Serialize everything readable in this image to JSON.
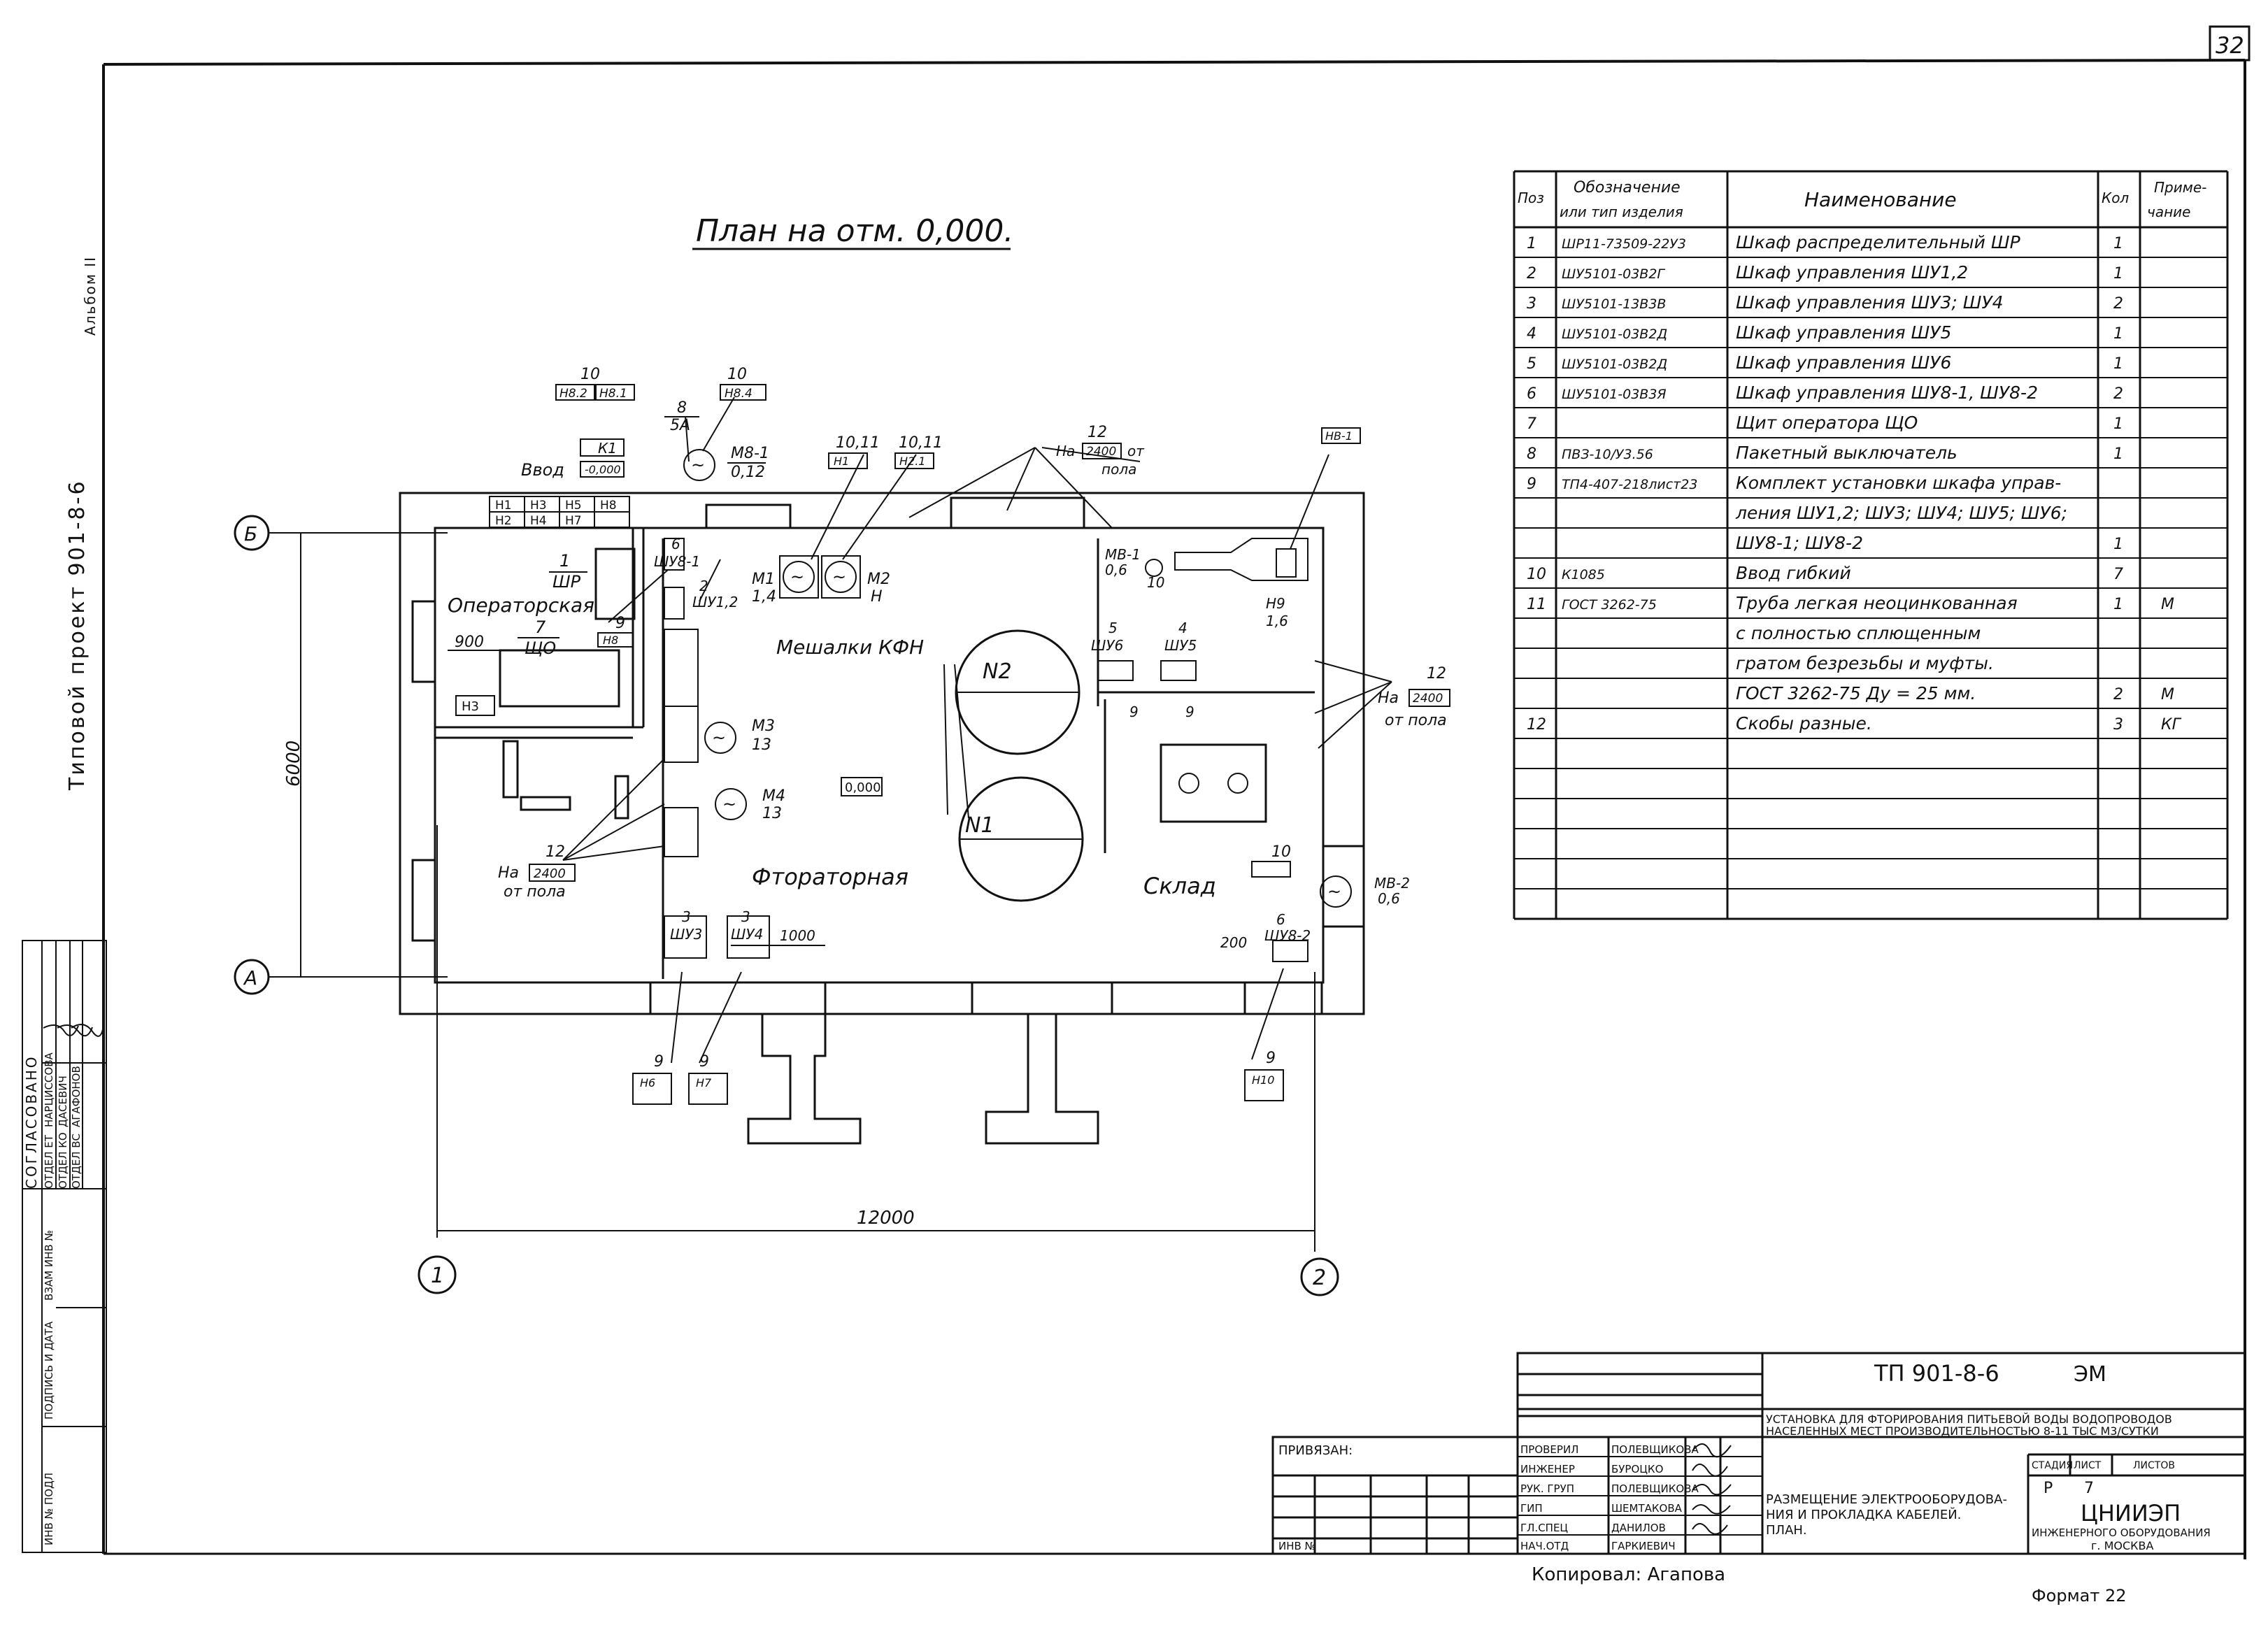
{
  "page_number": "32",
  "title": "План на отм. 0,000.",
  "side_labels": {
    "project": "Типовой проект 901-8-6",
    "album": "Альбом II"
  },
  "axes": {
    "b": "Б",
    "a": "А",
    "c1": "1",
    "c2": "2"
  },
  "dims": {
    "height": "6000",
    "width": "12000",
    "d900": "900",
    "d1000": "1000",
    "d200": "200"
  },
  "rooms": {
    "operator": "Операторская",
    "fluoride": "Фтораторная",
    "storage": "Склад",
    "mixers": "Мешалки КФН",
    "n2": "N2",
    "n1": "N1",
    "level": "0,000"
  },
  "callouts": {
    "n10a": "10",
    "w_a1": "Н8.2",
    "w_a2": "Н8.1",
    "n8": "8",
    "a5": "5А",
    "n10b": "10",
    "w_b1": "Н8.4",
    "m81": "М8-1",
    "m81v": "0,12",
    "k1": "К1",
    "vvod": "Ввод",
    "lvl": "-0,000",
    "h_row1": [
      "Н1",
      "Н3",
      "Н5",
      "Н8"
    ],
    "h_row2": [
      "Н2",
      "Н4",
      "Н7"
    ],
    "n1011a": "10,11",
    "w_c": "Н1",
    "n1011b": "10,11",
    "w_d": "Н2.1",
    "n12top": "12",
    "na_top": "На",
    "v2400_top": "2400",
    "ot_top": "от",
    "pola_top": "пола",
    "nhb1": "НВ-1",
    "sh1": "1",
    "shp": "ШР",
    "ng": "6",
    "shu81": "ШУ8-1",
    "n2sh": "2",
    "shu12": "ШУ1,2",
    "m1": "М1",
    "m1v": "1,4",
    "m2": "М2",
    "m2v": "Н",
    "mb1": "МВ-1",
    "mb1v": "0,6",
    "n10c": "10",
    "h9": "Н9",
    "h9v": "1,6",
    "n7": "7",
    "shcho": "ЩО",
    "n9a": "9",
    "h8": "Н8",
    "h3": "Н3",
    "n5": "5",
    "shu6": "ШУ6",
    "n4": "4",
    "shu5": "ШУ5",
    "n9b": "9",
    "n9c": "9",
    "m3": "М3",
    "m3v": "13",
    "m4": "М4",
    "m4v": "13",
    "n12left": "12",
    "na_left": "На",
    "v2400_left": "2400",
    "ot_left": "от пола",
    "n12right": "12",
    "na_right": "На",
    "v2400_right": "2400",
    "ot_right": "от пола",
    "n3a": "3",
    "shu3": "ШУ3",
    "n3b": "3",
    "shu4": "ШУ4",
    "n10d": "10",
    "mb2": "МВ-2",
    "mb2v": "0,6",
    "n6b": "6",
    "shu82": "ШУ8-2",
    "n9d": "9",
    "h6": "Н6",
    "n9e": "9",
    "h7": "Н7",
    "n9f": "9",
    "h10": "Н10"
  },
  "spec_table": {
    "headers": [
      "Поз",
      "Обозначение или тип изделия",
      "Наименование",
      "Кол",
      "Приме- чание"
    ],
    "rows": [
      [
        "1",
        "ШР11-73509-22У3",
        "Шкаф распределительный  ШР",
        "1",
        ""
      ],
      [
        "2",
        "ШУ5101-03В2Г",
        "Шкаф управления  ШУ1,2",
        "1",
        ""
      ],
      [
        "3",
        "ШУ5101-13В3В",
        "Шкаф управления  ШУ3; ШУ4",
        "2",
        ""
      ],
      [
        "4",
        "ШУ5101-03В2Д",
        "Шкаф управления  ШУ5",
        "1",
        ""
      ],
      [
        "5",
        "ШУ5101-03В2Д",
        "Шкаф управления  ШУ6",
        "1",
        ""
      ],
      [
        "6",
        "ШУ5101-03В3Я",
        "Шкаф управления ШУ8-1, ШУ8-2",
        "2",
        ""
      ],
      [
        "7",
        "",
        "Щит оператора  ЩО",
        "1",
        ""
      ],
      [
        "8",
        "ПВЗ-10/У3.56",
        "Пакетный  выключатель",
        "1",
        ""
      ],
      [
        "9",
        "ТП4-407-218лист23",
        "Комплект установки шкафа управ-",
        "",
        ""
      ],
      [
        "",
        "",
        "ления ШУ1,2; ШУ3; ШУ4; ШУ5; ШУ6;",
        "",
        ""
      ],
      [
        "",
        "",
        "ШУ8-1; ШУ8-2",
        "1",
        ""
      ],
      [
        "10",
        "К1085",
        "Ввод  гибкий",
        "7",
        ""
      ],
      [
        "11",
        "ГОСТ 3262-75",
        "Труба легкая неоцинкованная",
        "1",
        "М"
      ],
      [
        "",
        "",
        "с полностью сплющенным",
        "",
        ""
      ],
      [
        "",
        "",
        "гратом безрезьбы и муфты.",
        "",
        ""
      ],
      [
        "",
        "",
        "ГОСТ  3262-75   Ду = 25 мм.",
        "2",
        "М"
      ],
      [
        "12",
        "",
        "Скобы  разные.",
        "3",
        "КГ"
      ],
      [
        "",
        "",
        "",
        "",
        ""
      ],
      [
        "",
        "",
        "",
        "",
        ""
      ],
      [
        "",
        "",
        "",
        "",
        ""
      ],
      [
        "",
        "",
        "",
        "",
        ""
      ],
      [
        "",
        "",
        "",
        "",
        ""
      ],
      [
        "",
        "",
        "",
        "",
        ""
      ]
    ]
  },
  "approvals": {
    "title": "СОГЛАСОВАНО",
    "rows": [
      [
        "ОТДЕЛ ЕТ",
        "НАРЦИССОВА"
      ],
      [
        "ОТДЕЛ КО",
        "ДАСЕВИЧ"
      ],
      [
        "ОТДЕЛ ВС",
        "АГАФОНОВ"
      ]
    ],
    "col1": "ИНВ № ПОДЛ",
    "col2": "ПОДПИСЬ И ДАТА",
    "col3": "ВЗАМ ИНВ №"
  },
  "title_block": {
    "code": "ТП 901-8-6",
    "mark": "ЭМ",
    "project_desc_1": "УСТАНОВКА ДЛЯ ФТОРИРОВАНИЯ ПИТЬЕВОЙ ВОДЫ ВОДОПРОВОДОВ",
    "project_desc_2": "НАСЕЛЕННЫХ МЕСТ ПРОИЗВОДИТЕЛЬНОСТЬЮ 8-11 ТЫС М3/СУТКИ",
    "privyazan": "ПРИВЯЗАН:",
    "inv": "ИНВ №",
    "people": [
      [
        "ПРОВЕРИЛ",
        "ПОЛЕВЩИКОВА"
      ],
      [
        "ИНЖЕНЕР",
        "БУРОЦКО"
      ],
      [
        "РУК. ГРУП",
        "ПОЛЕВЩИКОВА"
      ],
      [
        "ГИП",
        "ШЕМТАКОВА"
      ],
      [
        "ГЛ.СПЕЦ",
        "ДАНИЛОВ"
      ],
      [
        "НАЧ.ОТД",
        "ГАРКИЕВИЧ"
      ]
    ],
    "sheet_title_1": "РАЗМЕЩЕНИЕ ЭЛЕКТРООБОРУДОВА-",
    "sheet_title_2": "НИЯ И ПРОКЛАДКА КАБЕЛЕЙ.",
    "sheet_title_3": "ПЛАН.",
    "stage_label": "СТАДИЯ",
    "sheet_label": "ЛИСТ",
    "sheets_label": "ЛИСТОВ",
    "stage": "Р",
    "sheet": "7",
    "org": "ЦНИИЭП",
    "org_sub": "ИНЖЕНЕРНОГО ОБОРУДОВАНИЯ",
    "city": "г. МОСКВА",
    "copied": "Копировал: Агапова",
    "format": "Формат 22"
  }
}
